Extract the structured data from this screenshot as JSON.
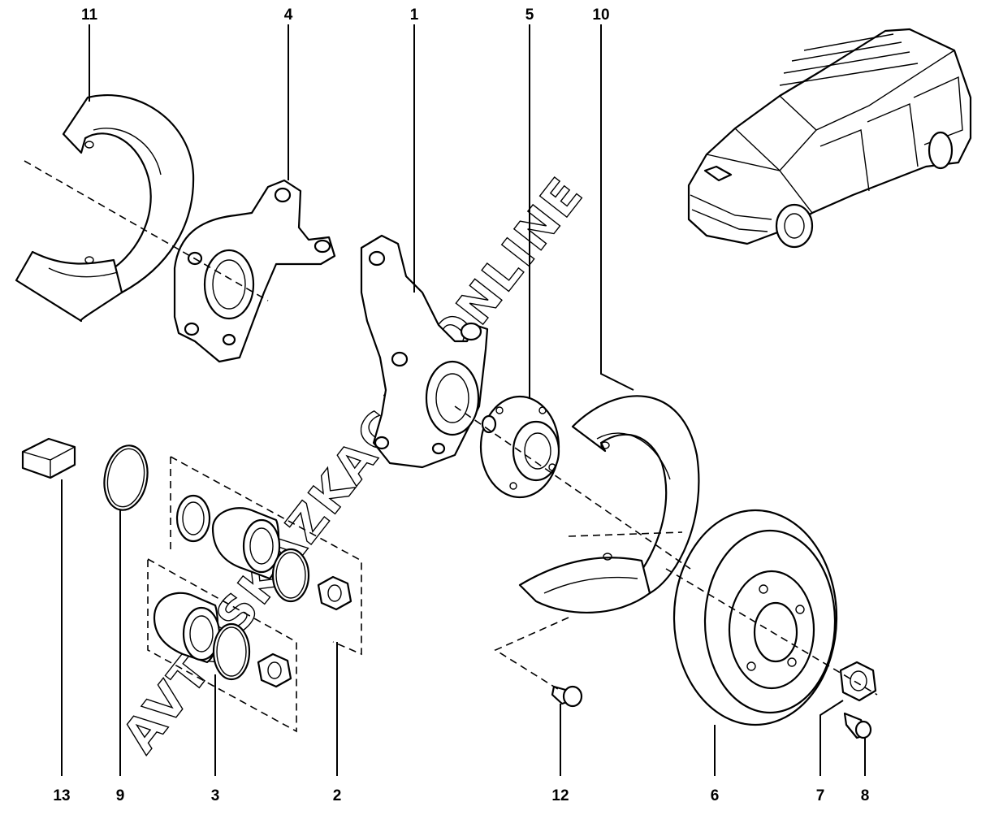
{
  "callouts": {
    "c1": "1",
    "c2": "2",
    "c3": "3",
    "c4": "4",
    "c5": "5",
    "c6": "6",
    "c7": "7",
    "c8": "8",
    "c9": "9",
    "c10": "10",
    "c11": "11",
    "c12": "12",
    "c13": "13"
  },
  "watermark": "AVTOSKAZKACAT.ONLINE",
  "parts_icons": {
    "p1": "steering-knuckle-icon",
    "p2": "bearing-kit-icon",
    "p3": "bearing-kit-icon",
    "p4": "steering-knuckle-icon",
    "p5": "wheel-hub-icon",
    "p6": "brake-disc-icon",
    "p7": "hub-nut-icon",
    "p8": "bolt-icon",
    "p9": "circlip-icon",
    "p10": "dust-shield-icon",
    "p11": "dust-shield-icon",
    "p12": "screw-icon",
    "p13": "grease-pack-icon",
    "car": "station-wagon-car-icon"
  }
}
